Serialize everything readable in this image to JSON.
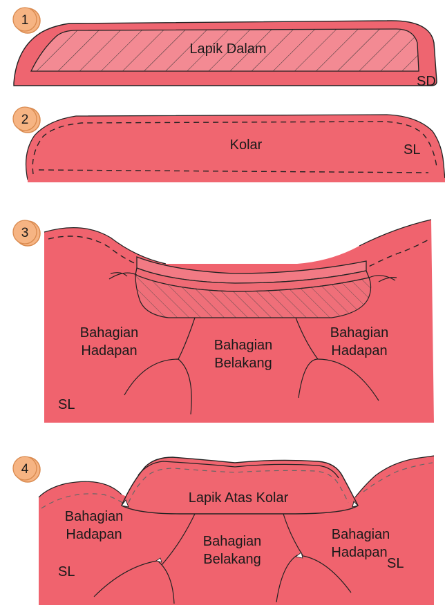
{
  "steps": [
    {
      "number": "1",
      "labels": {
        "interfacing": "Lapik Dalam",
        "seam_code": "SD"
      }
    },
    {
      "number": "2",
      "labels": {
        "collar": "Kolar",
        "seam_code": "SL"
      }
    },
    {
      "number": "3",
      "labels": {
        "front_left": [
          "Bahagian",
          "Hadapan"
        ],
        "back": [
          "Bahagian",
          "Belakang"
        ],
        "front_right": [
          "Bahagian",
          "Hadapan"
        ],
        "seam_code": "SL"
      }
    },
    {
      "number": "4",
      "labels": {
        "collar_facing": "Lapik Atas Kolar",
        "front_left": [
          "Bahagian",
          "Hadapan"
        ],
        "back": [
          "Bahagian",
          "Belakang"
        ],
        "front_right": [
          "Bahagian",
          "Hadapan"
        ],
        "seam_code_left": "SL",
        "seam_code_right": "SL"
      }
    }
  ],
  "colors": {
    "fabric": "#f0636e",
    "badge": "#f6b483"
  }
}
